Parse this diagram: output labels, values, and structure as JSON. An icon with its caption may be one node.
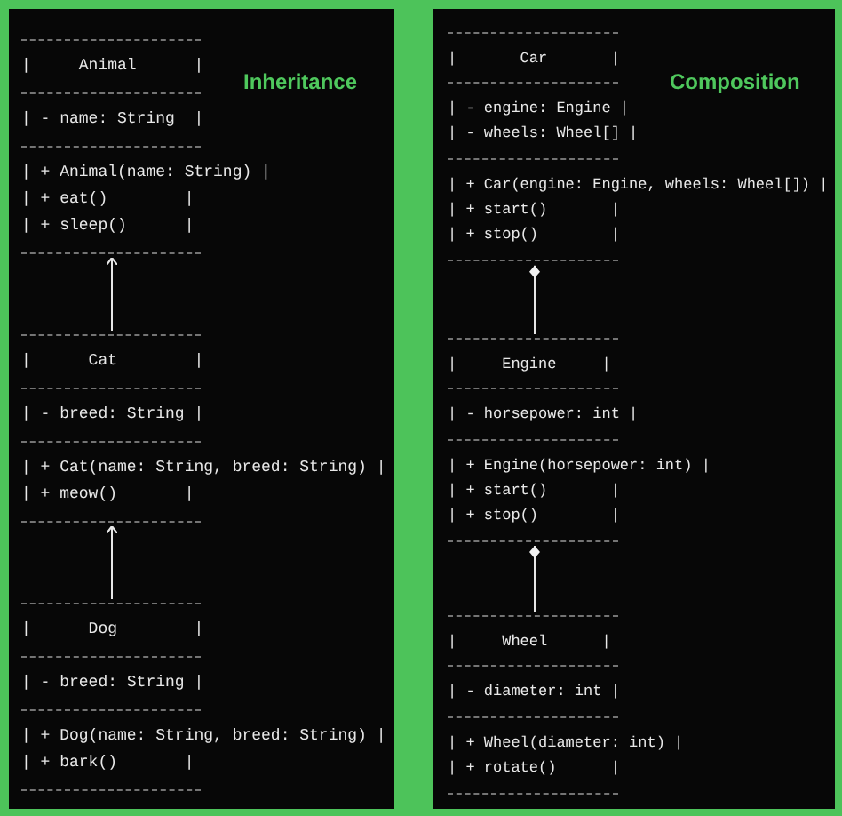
{
  "diagram": {
    "nodes": [
      {
        "text": [
          "Inheritance"
        ]
      },
      {
        "text": [
          "|     Animal      |",
          "| - name: String  |",
          "| + Animal(name: String) |",
          "| + eat()        |",
          "| + sleep()      |"
        ],
        "in": 0
      },
      {
        "text": [
          "|      Cat        |",
          "| - breed: String |",
          "| + Cat(name: String, breed: String) |",
          "| + meow()       |"
        ],
        "in": 0
      },
      {
        "text": [
          "|      Dog        |",
          "| - breed: String |",
          "| + Dog(name: String, breed: String) |",
          "| + bark()       |"
        ],
        "in": 0
      },
      {
        "text": [
          "Composition"
        ]
      },
      {
        "text": [
          "|       Car       |",
          "| - engine: Engine |",
          "| - wheels: Wheel[] |",
          "| + Car(engine: Engine, wheels: Wheel[]) |",
          "| + start()       |",
          "| + stop()        |"
        ],
        "in": 4
      },
      {
        "text": [
          "|     Engine     |",
          "| - horsepower: int |",
          "| + Engine(horsepower: int) |",
          "| + start()       |",
          "| + stop()        |"
        ],
        "in": 4
      },
      {
        "text": [
          "|     Wheel      |",
          "| - diameter: int |",
          "| + Wheel(diameter: int) |",
          "| + rotate()      |"
        ],
        "in": 4
      }
    ],
    "edges": [
      {
        "from": 2,
        "to": 1,
        "arrow": "to"
      },
      {
        "from": 3,
        "to": 2,
        "arrow": "to"
      },
      {
        "from": 6,
        "to": 5,
        "arrow": "other"
      },
      {
        "from": 7,
        "to": 6,
        "arrow": "other"
      }
    ]
  }
}
